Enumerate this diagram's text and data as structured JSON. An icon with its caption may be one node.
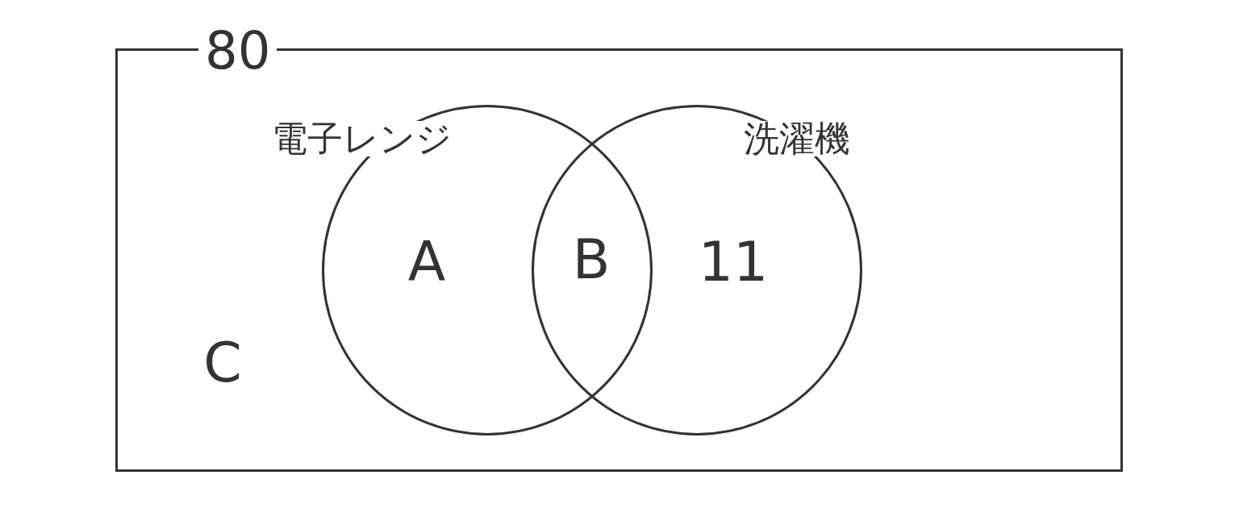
{
  "diagram": {
    "nodes": [
      {
        "text": [
          "80",
          "C"
        ]
      },
      {
        "text": [
          "電子レンジ",
          "A"
        ],
        "in": 0
      },
      {
        "text": [
          "洗濯機",
          "11"
        ],
        "in": 0
      }
    ],
    "edges": [],
    "labels": [
      "B"
    ]
  }
}
